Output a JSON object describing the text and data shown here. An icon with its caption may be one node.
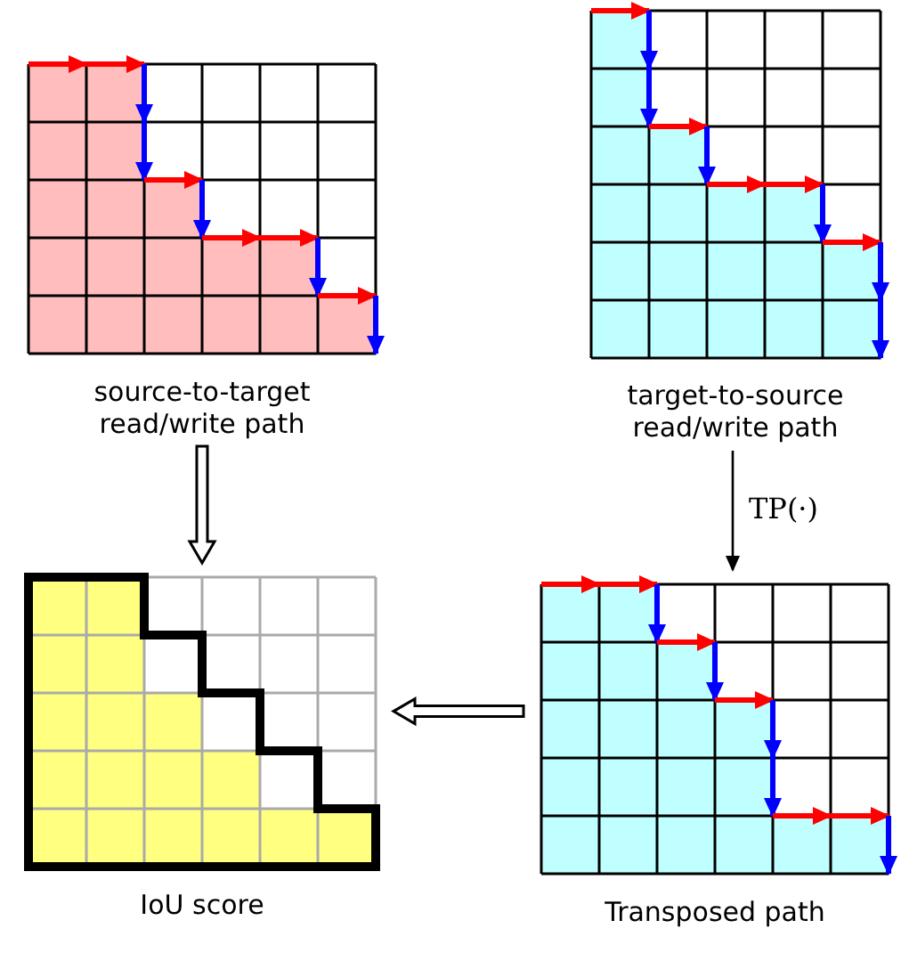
{
  "diagram": {
    "nodes": [
      {
        "text": [
          "source-to-target read/write path"
        ]
      },
      {
        "text": [
          "target-to-source read/write path"
        ]
      },
      {
        "text": [
          "IoU score"
        ]
      },
      {
        "text": [
          "Transposed path"
        ]
      }
    ],
    "edges": [
      {
        "from": 0,
        "to": 2,
        "arrow": "to",
        "style": "thick"
      },
      {
        "from": 1,
        "to": 3,
        "arrow": "to",
        "label": "TP(·)"
      },
      {
        "from": 3,
        "to": 2,
        "arrow": "to",
        "style": "thick"
      }
    ]
  }
}
